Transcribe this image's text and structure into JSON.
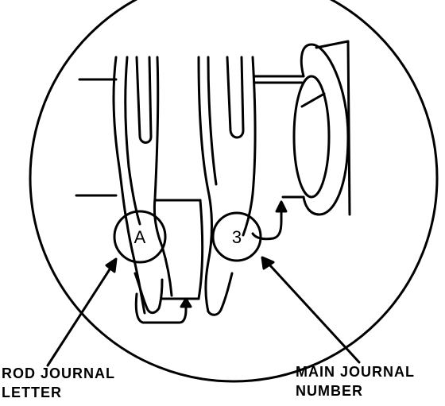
{
  "callouts": {
    "rod_journal": {
      "line1": "ROD JOURNAL",
      "line2": "LETTER"
    },
    "main_journal": {
      "line1": "MAIN JOURNAL",
      "line2": "NUMBER"
    }
  },
  "stamps": {
    "rod_mark": "A",
    "main_mark": "3"
  },
  "colors": {
    "ink": "#000000",
    "paper": "#ffffff"
  }
}
